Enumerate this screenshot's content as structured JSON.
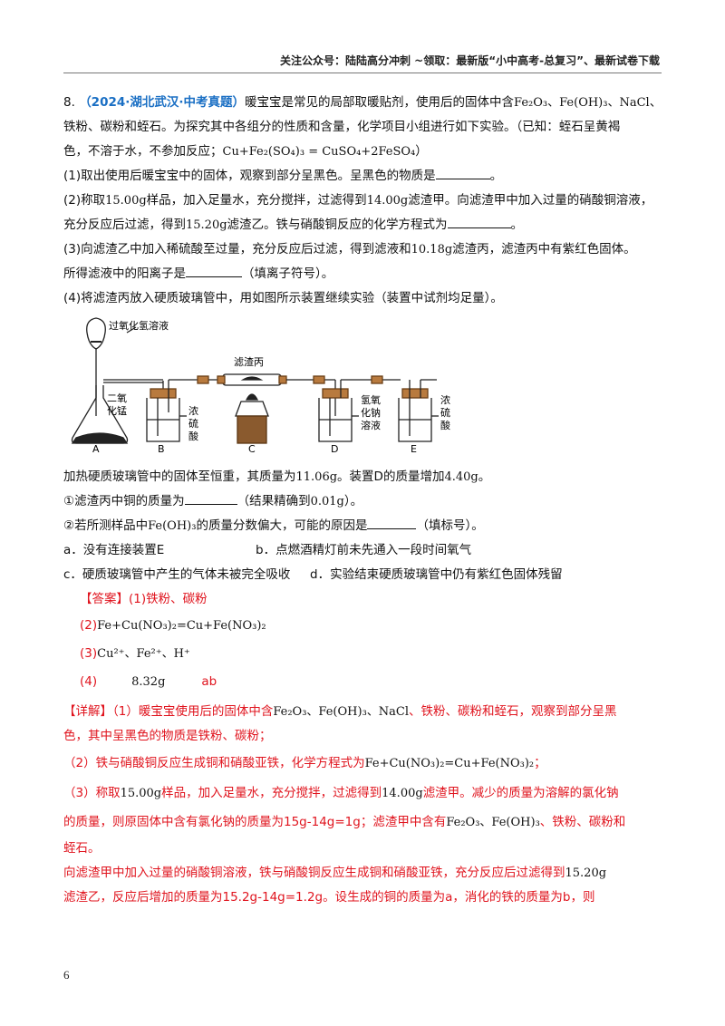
{
  "header": {
    "text": "关注公众号：陆陆高分冲刺 ~领取：最新版“小中高考-总复习”、最新试卷下载"
  },
  "question": {
    "number": "8.",
    "source": "（2024·湖北武汉·中考真题）",
    "intro_1": "暖宝宝是常见的局部取暖贴剂，使用后的固体中含",
    "intro_formula": "Fe₂O₃、Fe(OH)₃、NaCl",
    "intro_2": "、",
    "intro_line2": "铁粉、碳粉和蛭石。为探究其中各组分的性质和含量，化学项目小组进行如下实验。（已知：蛭石呈黄褐",
    "intro_line3_a": "色，不溶于水，不参加反应；",
    "intro_reaction": "Cu+Fe₂(SO₄)₃ = CuSO₄+2FeSO₄",
    "intro_line3_b": "）",
    "p1": "(1)取出使用后暖宝宝中的固体，观察到部分呈黑色。呈黑色的物质是",
    "p1_end": "。",
    "p2_a": "(2)称取",
    "p2_m1": "15.00g",
    "p2_b": "样品，加入足量水，充分搅拌，过滤得到",
    "p2_m2": "14.00g",
    "p2_c": "滤渣甲。向滤渣甲中加入过量的硝酸铜溶液，",
    "p2_d": "充分反应后过滤，得到",
    "p2_m3": "15.20g",
    "p2_e": "滤渣乙。铁与硝酸铜反应的化学方程式为",
    "p2_end": "。",
    "p3_a": "(3)向滤渣乙中加入稀硫酸至过量，充分反应后过滤，得到滤液和",
    "p3_m": "10.18g",
    "p3_b": "滤渣丙，滤渣丙中有紫红色固体。",
    "p3_c": "所得滤液中的阳离子是",
    "p3_d": "（填离子符号）。",
    "p4": "(4)将滤渣丙放入硬质玻璃管中，用如图所示装置继续实验（装置中试剂均足量）。",
    "p5_a": "加热硬质玻璃管中的固体至恒重，其质量为",
    "p5_m1": "11.06g",
    "p5_b": "。装置D的质量增加",
    "p5_m2": "4.40g",
    "p5_c": "。",
    "q1_a": "①滤渣丙中铜的质量为",
    "q1_b": "（结果精确到",
    "q1_m": "0.01g",
    "q1_c": "）。",
    "q2_a": "②若所测样品中",
    "q2_f": "Fe(OH)₃",
    "q2_b": "的质量分数偏大，可能的原因是",
    "q2_c": "（填标号）。",
    "options": [
      "a．没有连接装置E",
      "b．点燃酒精灯前未先通入一段时间氧气",
      "c．硬质玻璃管中产生的气体未被完全吸收",
      "d．实验结束硬质玻璃管中仍有紫红色固体残留"
    ]
  },
  "diagram": {
    "label_h2o2": "过氧化氢溶液",
    "label_mno2_1": "二氧",
    "label_mno2_2": "化锰",
    "label_residue": "滤渣丙",
    "label_h2so4_b": [
      "浓",
      "硫",
      "酸"
    ],
    "label_naoh": [
      "氢氧",
      "化钠",
      "溶液"
    ],
    "label_h2so4_e": [
      "浓",
      "硫",
      "酸"
    ],
    "letters": [
      "A",
      "B",
      "C",
      "D",
      "E"
    ]
  },
  "answer": {
    "tag": "【答案】",
    "a1": "(1)铁粉、碳粉",
    "a2_num": "(2)",
    "a2_eq": "Fe+Cu(NO₃)₂=Cu+Fe(NO₃)₂",
    "a3_num": "(3)",
    "a3_ions": "Cu²⁺、Fe²⁺、H⁺",
    "a4_num": "(4)",
    "a4_val": "8.32g",
    "a4_opt": "ab"
  },
  "detail": {
    "tag": "【详解】",
    "d1_a": "（1）暖宝宝使用后的固体中含",
    "d1_f": "Fe₂O₃、Fe(OH)₃、NaCl",
    "d1_b": "、铁粉、碳粉和蛭石，观察到部分呈黑",
    "d1_c": "色，其中呈黑色的物质是铁粉、碳粉；",
    "d2_a": "（2）铁与硝酸铜反应生成铜和硝酸亚铁，化学方程式为",
    "d2_eq": "Fe+Cu(NO₃)₂=Cu+Fe(NO₃)₂",
    "d2_b": "；",
    "d3_a": "（3）称取",
    "d3_m1": "15.00g",
    "d3_b": "样品，加入足量水，充分搅拌，过滤得到",
    "d3_m2": "14.00g",
    "d3_c": "滤渣甲。减少的质量为溶解的氯化钠",
    "d3_d": "的质量，则原固体中含有氯化钠的质量为15g-14g=1g；滤渣甲中含有",
    "d3_f": "Fe₂O₃、Fe(OH)₃",
    "d3_e": "、铁粉、碳粉和",
    "d3_g": "蛭石。",
    "d4_a": "向滤渣甲中加入过量的硝酸铜溶液，铁与硝酸铜反应生成铜和硝酸亚铁，充分反应后过滤得到",
    "d4_m": "15.20g",
    "d4_b": "滤渣乙，反应后增加的质量为15.2g-14g=1.2g。设生成的铜的质量为a，消化的铁的质量为b，则"
  },
  "page_number": "6"
}
